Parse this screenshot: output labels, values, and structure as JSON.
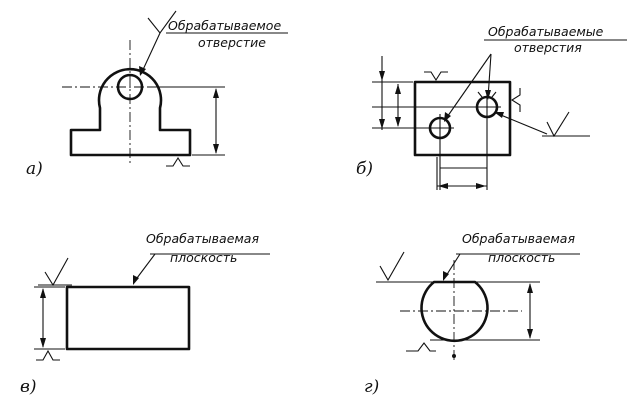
{
  "figures": {
    "a": {
      "caption": "а)",
      "label_line1": "Обрабатываемое",
      "label_line2": "отверстие"
    },
    "b": {
      "caption": "б)",
      "label_line1": "Обрабатываемые",
      "label_line2": "отверстия"
    },
    "v": {
      "caption": "в)",
      "label_line1": "Обрабатываемая",
      "label_line2": "плоскость"
    },
    "g": {
      "caption": "г)",
      "label_line1": "Обрабатываемая",
      "label_line2": "плоскость"
    }
  }
}
